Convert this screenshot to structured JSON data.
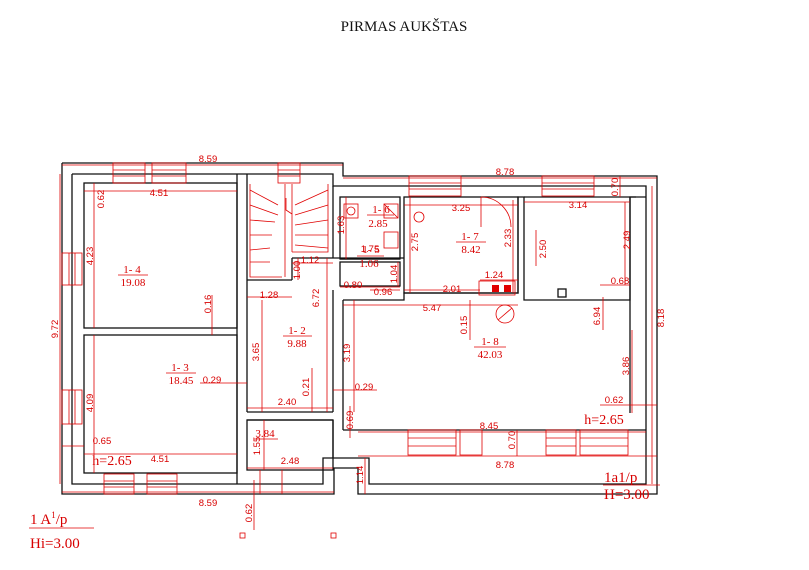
{
  "title": "PIRMAS AUKŠTAS",
  "rooms": [
    {
      "id": "1- 4",
      "area": "19.08"
    },
    {
      "id": "1- 3",
      "area": "18.45"
    },
    {
      "id": "1- 2",
      "area": "9.88"
    },
    {
      "id": "3.84",
      "area": ""
    },
    {
      "id": "1- 6",
      "area": "2.85"
    },
    {
      "id": "1- 5",
      "area": "1.06"
    },
    {
      "id": "1- 7",
      "area": "8.42"
    },
    {
      "id": "1- 8",
      "area": "42.03"
    }
  ],
  "dimensions": {
    "top_left": "8.59",
    "top_right": "8.78",
    "bottom_left": "8.59",
    "bottom_right_outer": "8.78",
    "bottom_right_inner": "8.45",
    "left_height": "9.72",
    "right_height": "8.18",
    "r4_width": "4.51",
    "r4_height": "4.23",
    "r4_top": "0.62",
    "r4_wall": "0.16",
    "r3_width": "4.51",
    "r3_height": "4.09",
    "r3_left": "0.65",
    "r3_gap": "0.29",
    "r2_width": "1.28",
    "r2_height": "6.72",
    "r2_a": "1.12",
    "r2_b": "1.00",
    "r2_c": "3.65",
    "r2_d": "2.40",
    "r2_e": "0.21",
    "r2_f": "3.19",
    "r2_g": "0.29",
    "r2_h": "0.69",
    "r38_a": "1.55",
    "r38_b": "2.48",
    "r38_c": "1.14",
    "r38_d": "0.62",
    "r6_h": "1.63",
    "r5_a": "1.75",
    "r5_b": "0.80",
    "r5_c": "0.96",
    "r5_d": "1.04",
    "r7_w": "3.25",
    "r7_h": "2.75",
    "r7_a": "2.33",
    "r7_b": "2.01",
    "r7_c": "1.24",
    "r7_d": "2.50",
    "r8_a": "3.14",
    "r8_b": "0.70",
    "r8_c": "2.49",
    "r8_d": "0.68",
    "r8_e": "5.47",
    "r8_f": "0.15",
    "r8_g": "6.94",
    "r8_h": "3.86",
    "r8_i": "0.62",
    "r8_j": "0.70"
  },
  "heights": {
    "left": "h=2.65",
    "right": "h=2.65"
  },
  "labels": {
    "unit_code": "1a1/p",
    "unit_h": "H=3.00",
    "building_code_main": "1 A",
    "building_code_sup": "1",
    "building_code_tail": "/p",
    "building_h": "Hi=3.00"
  }
}
